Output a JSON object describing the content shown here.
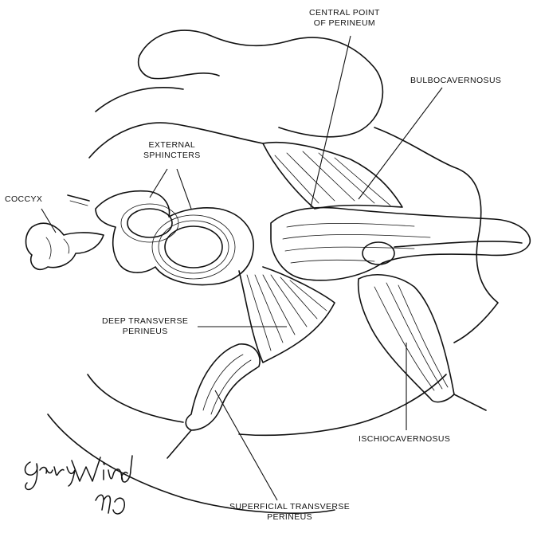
{
  "labels": {
    "central_point": [
      "CENTRAL POINT",
      "OF PERINEUM"
    ],
    "bulbocavernosus": [
      "BULBOCAVERNOSUS"
    ],
    "external_sphincters": [
      "EXTERNAL",
      "SPHINCTERS"
    ],
    "coccyx": [
      "COCCYX"
    ],
    "deep_transverse": [
      "DEEP TRANSVERSE",
      "PERINEUS"
    ],
    "ischiocavernosus": [
      "ISCHIOCAVERNOSUS"
    ],
    "superficial_transverse": [
      "SUPERFICIAL TRANSVERSE",
      "PERINEUS"
    ]
  },
  "signature": [
    "Gary",
    "Wind",
    "MD"
  ]
}
